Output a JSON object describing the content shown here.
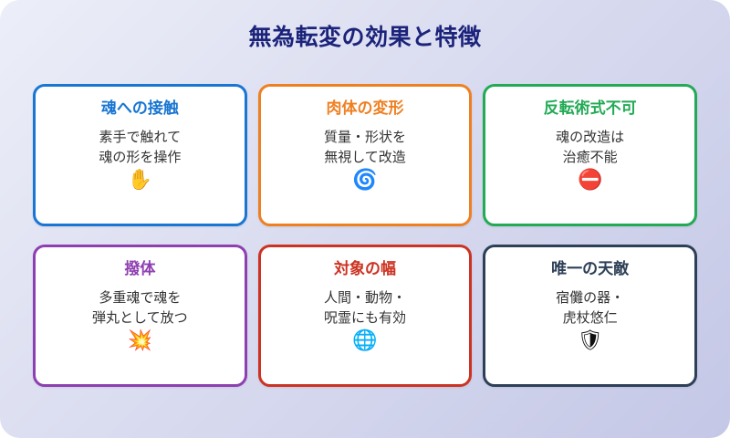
{
  "header": {
    "title": "無為転変の効果と特徴"
  },
  "theme": {
    "background_from": "#ECEEF8",
    "background_to": "#C4C7E6",
    "title_color": "#1B237A",
    "card_background": "#FFFFFF",
    "body_text_color": "#333333"
  },
  "cards": [
    {
      "title": "魂への接触",
      "desc": "素手で触れて\n魂の形を操作",
      "icon": "✋",
      "icon_name": "raised-hand-icon",
      "accent": "#1976D2"
    },
    {
      "title": "肉体の変形",
      "desc": "質量・形状を\n無視して改造",
      "icon": "🌀",
      "icon_name": "cyclone-icon",
      "accent": "#EF8022"
    },
    {
      "title": "反転術式不可",
      "desc": "魂の改造は\n治癒不能",
      "icon": "⛔",
      "icon_name": "no-entry-icon",
      "accent": "#22AA55"
    },
    {
      "title": "撥体",
      "desc": "多重魂で魂を\n弾丸として放つ",
      "icon": "💥",
      "icon_name": "collision-burst-icon",
      "accent": "#8E3FB0"
    },
    {
      "title": "対象の幅",
      "desc": "人間・動物・\n呪霊にも有効",
      "icon": "🌐",
      "icon_name": "globe-icon",
      "accent": "#CC3322"
    },
    {
      "title": "唯一の天敵",
      "desc": "宿儺の器・\n虎杖悠仁",
      "icon": "🛡",
      "icon_name": "shield-icon",
      "accent": "#2E4057"
    }
  ]
}
